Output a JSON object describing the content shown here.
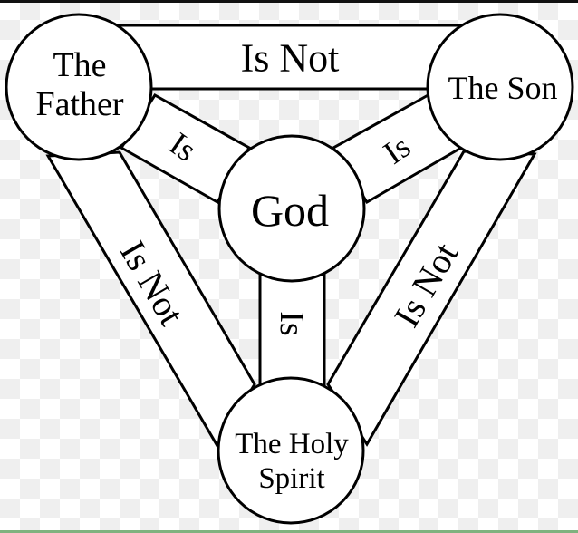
{
  "nodes": {
    "father": [
      "The",
      "Father"
    ],
    "son": "The Son",
    "god": "God",
    "spirit": [
      "The Holy",
      "Spirit"
    ]
  },
  "links": {
    "father_son": "Is Not",
    "father_god": "Is",
    "son_god": "Is",
    "father_spirit": "Is Not",
    "son_spirit": "Is Not",
    "god_spirit": "Is"
  }
}
